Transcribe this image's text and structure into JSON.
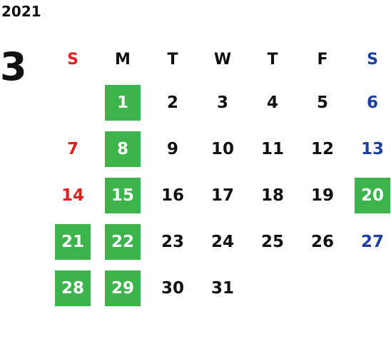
{
  "year": "2021",
  "month": "3",
  "colors": {
    "sunday": "#e02020",
    "saturday": "#1a3fa0",
    "weekday": "#111111",
    "highlight_bg": "#3cb44b",
    "highlight_text": "#ffffff"
  },
  "weekdays": [
    "S",
    "M",
    "T",
    "W",
    "T",
    "F",
    "S"
  ],
  "weeks": [
    [
      {
        "label": "",
        "hl": false
      },
      {
        "label": "1",
        "hl": true
      },
      {
        "label": "2",
        "hl": false
      },
      {
        "label": "3",
        "hl": false
      },
      {
        "label": "4",
        "hl": false
      },
      {
        "label": "5",
        "hl": false
      },
      {
        "label": "6",
        "hl": false
      }
    ],
    [
      {
        "label": "7",
        "hl": false
      },
      {
        "label": "8",
        "hl": true
      },
      {
        "label": "9",
        "hl": false
      },
      {
        "label": "10",
        "hl": false
      },
      {
        "label": "11",
        "hl": false
      },
      {
        "label": "12",
        "hl": false
      },
      {
        "label": "13",
        "hl": false
      }
    ],
    [
      {
        "label": "14",
        "hl": false
      },
      {
        "label": "15",
        "hl": true
      },
      {
        "label": "16",
        "hl": false
      },
      {
        "label": "17",
        "hl": false
      },
      {
        "label": "18",
        "hl": false
      },
      {
        "label": "19",
        "hl": false
      },
      {
        "label": "20",
        "hl": true
      }
    ],
    [
      {
        "label": "21",
        "hl": true
      },
      {
        "label": "22",
        "hl": true
      },
      {
        "label": "23",
        "hl": false
      },
      {
        "label": "24",
        "hl": false
      },
      {
        "label": "25",
        "hl": false
      },
      {
        "label": "26",
        "hl": false
      },
      {
        "label": "27",
        "hl": false
      }
    ],
    [
      {
        "label": "28",
        "hl": true
      },
      {
        "label": "29",
        "hl": true
      },
      {
        "label": "30",
        "hl": false
      },
      {
        "label": "31",
        "hl": false
      },
      {
        "label": "",
        "hl": false
      },
      {
        "label": "",
        "hl": false
      },
      {
        "label": "",
        "hl": false
      }
    ]
  ]
}
